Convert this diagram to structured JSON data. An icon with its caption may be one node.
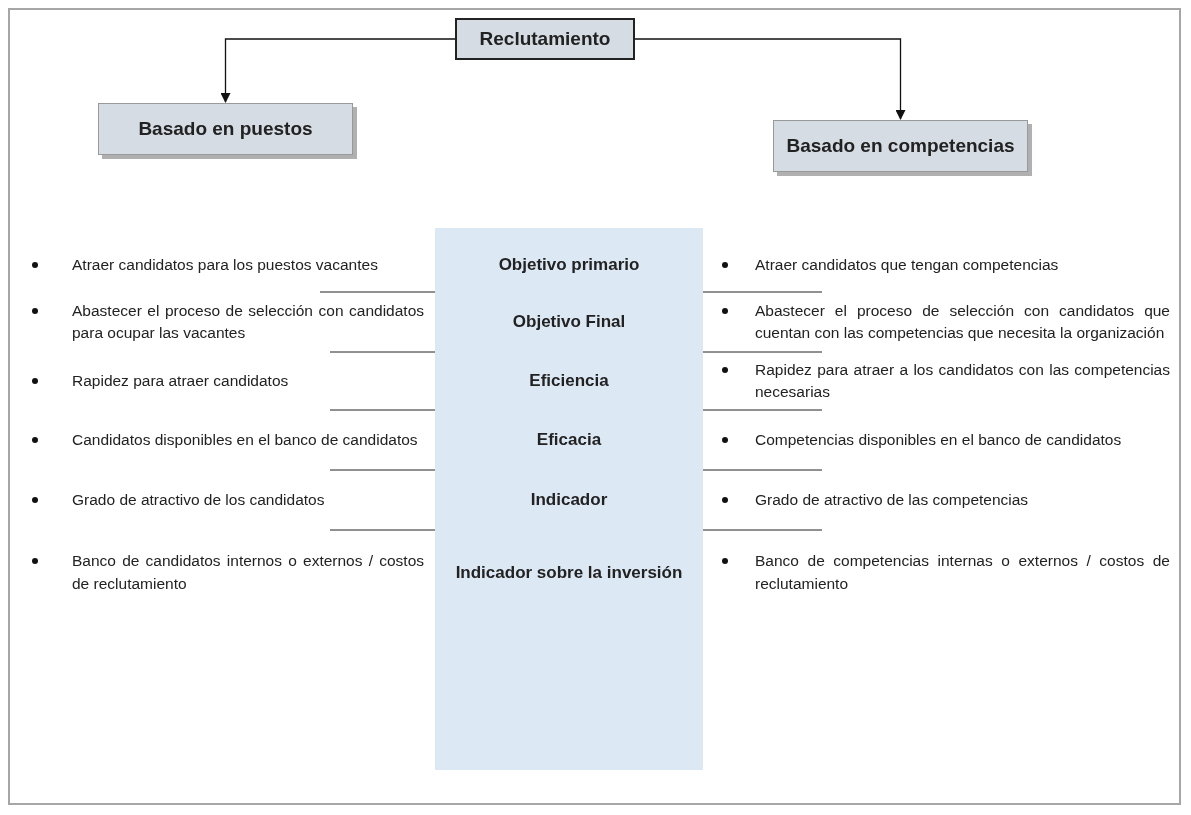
{
  "diagram": {
    "nodes": [
      {
        "text": [
          "Reclutamiento"
        ]
      },
      {
        "text": [
          "Basado en puestos"
        ]
      },
      {
        "text": [
          "Basado en competencias"
        ]
      },
      {
        "text": [
          "Objetivo primario",
          "Objetivo Final",
          "Eficiencia",
          "Eficacia",
          "Indicador",
          "Indicador sobre la inversión"
        ]
      }
    ],
    "edges": [
      {
        "from": 0,
        "to": 1,
        "arrow": "to"
      },
      {
        "from": 0,
        "to": 2,
        "arrow": "to"
      }
    ],
    "labels": [
      "Atraer candidatos para los puestos vacantes",
      "Atraer candidatos que tengan competencias",
      "Abastecer el proceso de selección con candidatos para ocupar las vacantes",
      "Abastecer el proceso de selección con candidatos que cuentan con las competencias que necesita la organización",
      "Rapidez para atraer candidatos",
      "Rapidez para atraer a los candidatos con las competencias necesarias",
      "Candidatos disponibles en el banco de candidatos",
      "Competencias disponibles en el banco de candidatos",
      "Grado de atractivo de los candidatos",
      "Grado de atractivo de las competencias",
      "Banco de candidatos internos o externos / costos de reclutamiento",
      "Banco de competencias internas o externos / costos de reclutamiento"
    ]
  }
}
